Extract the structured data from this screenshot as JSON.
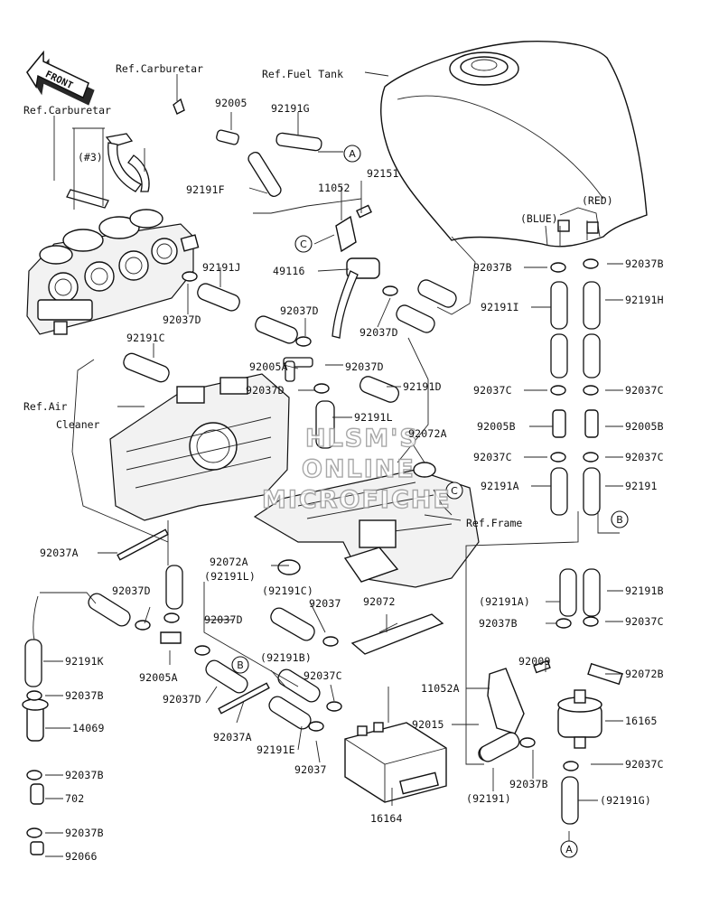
{
  "front_badge": "FRONT",
  "references": {
    "carb_top": "Ref.Carburetar",
    "carb_left": "Ref.Carburetar",
    "cyl3": "(#3)",
    "fuel_tank": "Ref.Fuel Tank",
    "air_cleaner_1": "Ref.Air",
    "air_cleaner_2": "Cleaner",
    "frame": "Ref.Frame",
    "blue": "(BLUE)",
    "red": "(RED)"
  },
  "connectors": [
    "A",
    "B",
    "C"
  ],
  "parts": {
    "p92005_top": "92005",
    "p92191G": "92191G",
    "p92191F": "92191F",
    "p92151": "92151",
    "p11052": "11052",
    "p49116": "49116",
    "p92191J": "92191J",
    "p92037D_1": "92037D",
    "p92037D_2": "92037D",
    "p92037D_3": "92037D",
    "p92037D_4": "92037D",
    "p92037D_5": "92037D",
    "p92037D_6": "92037D",
    "p92037D_7": "92037D",
    "p92037D_8": "92037D",
    "p92191C": "92191C",
    "p92005A_1": "92005A",
    "p92191D": "92191D",
    "p92191L": "92191L",
    "p92072A_1": "92072A",
    "p92037A_1": "92037A",
    "p92072A_2": "92072A",
    "p92191L_paren": "(92191L)",
    "p92191C_paren": "(92191C)",
    "p92037_1": "92037",
    "p92072": "92072",
    "p92191K": "92191K",
    "p92037B_1": "92037B",
    "p14069": "14069",
    "p92037B_2": "92037B",
    "p702": "702",
    "p92037B_3": "92037B",
    "p92066": "92066",
    "p92005A_2": "92005A",
    "p92191B_paren": "(92191B)",
    "p92037C_1": "92037C",
    "p92037A_2": "92037A",
    "p92191E": "92191E",
    "p92037_2": "92037",
    "p16164": "16164",
    "p92037B_L": "92037B",
    "p92037B_R": "92037B",
    "p92191I": "92191I",
    "p92191H": "92191H",
    "p92037C_L1": "92037C",
    "p92037C_R1": "92037C",
    "p92005B_L": "92005B",
    "p92005B_R": "92005B",
    "p92037C_L2": "92037C",
    "p92037C_R2": "92037C",
    "p92191A": "92191A",
    "p92191": "92191",
    "p92191A_paren": "(92191A)",
    "p92191B": "92191B",
    "p92037B_4": "92037B",
    "p92037C_R3": "92037C",
    "p11052A": "11052A",
    "p92009": "92009",
    "p92072B": "92072B",
    "p92015": "92015",
    "p16165": "16165",
    "p92037B_5": "92037B",
    "p92037C_R4": "92037C",
    "p92191_paren": "(92191)",
    "p92191G_paren": "(92191G)"
  },
  "watermark": [
    "HLSM'S",
    "ONLINE",
    "MICROFICHE"
  ]
}
